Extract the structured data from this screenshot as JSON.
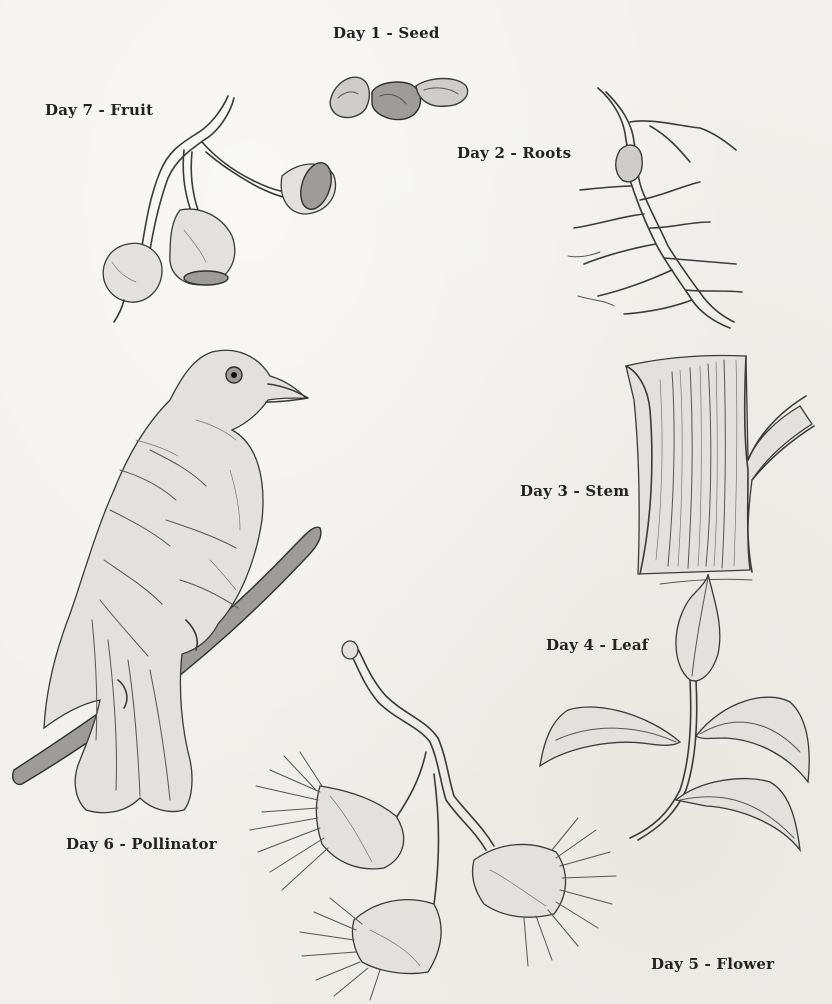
{
  "stages": [
    {
      "label": "Day 1 - Seed",
      "icon": "seed-icon"
    },
    {
      "label": "Day 2 - Roots",
      "icon": "roots-icon"
    },
    {
      "label": "Day 3 - Stem",
      "icon": "stem-icon"
    },
    {
      "label": "Day 4 - Leaf",
      "icon": "leaf-icon"
    },
    {
      "label": "Day 5 - Flower",
      "icon": "flower-icon"
    },
    {
      "label": "Day 6 - Pollinator",
      "icon": "bird-icon"
    },
    {
      "label": "Day 7 - Fruit",
      "icon": "fruit-icon"
    }
  ],
  "colors": {
    "paper": "#f2f0ec",
    "pencil": "#3a3a3a",
    "label": "#222222"
  }
}
